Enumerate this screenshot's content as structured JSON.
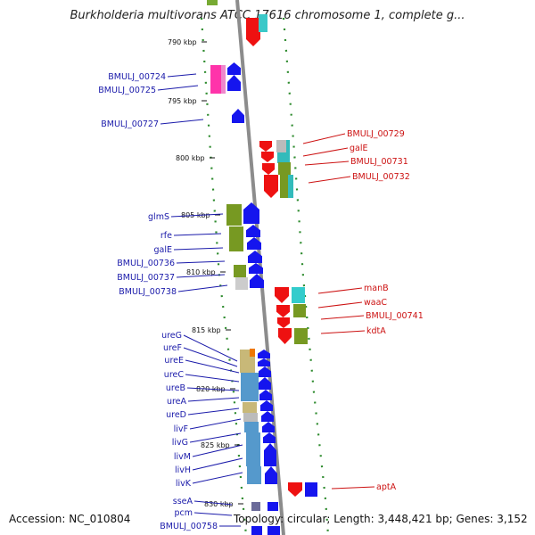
{
  "header": {
    "title": "Burkholderia multivorans ATCC 17616 chromosome 1, complete g..."
  },
  "footer": {
    "accession": "Accession: NC_010804",
    "summary": "Topology: circular; Length: 3,448,421 bp; Genes: 3,152"
  },
  "colors": {
    "left_label": "#1a1aaa",
    "right_label": "#cc1111",
    "forward": "#1515ee",
    "reverse": "#ee1111",
    "ruler": "#2e8b2e",
    "axis": "#8c8c8c"
  },
  "scale": {
    "ticks": [
      {
        "label": "790 kbp",
        "pos": 790
      },
      {
        "label": "795 kbp",
        "pos": 795
      },
      {
        "label": "800 kbp",
        "pos": 800
      },
      {
        "label": "805 kbp",
        "pos": 805
      },
      {
        "label": "810 kbp",
        "pos": 810
      },
      {
        "label": "815 kbp",
        "pos": 815
      },
      {
        "label": "820 kbp",
        "pos": 820
      },
      {
        "label": "825 kbp",
        "pos": 825
      },
      {
        "label": "830 kbp",
        "pos": 830
      }
    ]
  },
  "genes": {
    "left": [
      {
        "name": "BMULJ_00724"
      },
      {
        "name": "BMULJ_00725"
      },
      {
        "name": "BMULJ_00727"
      },
      {
        "name": "glmS"
      },
      {
        "name": "rfe"
      },
      {
        "name": "galE"
      },
      {
        "name": "BMULJ_00736"
      },
      {
        "name": "BMULJ_00737"
      },
      {
        "name": "BMULJ_00738"
      },
      {
        "name": "ureG"
      },
      {
        "name": "ureF"
      },
      {
        "name": "ureE"
      },
      {
        "name": "ureC"
      },
      {
        "name": "ureB"
      },
      {
        "name": "ureA"
      },
      {
        "name": "ureD"
      },
      {
        "name": "livF"
      },
      {
        "name": "livG"
      },
      {
        "name": "livM"
      },
      {
        "name": "livH"
      },
      {
        "name": "livK"
      },
      {
        "name": "sseA"
      },
      {
        "name": "pcm"
      },
      {
        "name": "BMULJ_00758"
      }
    ],
    "right": [
      {
        "name": "BMULJ_00729"
      },
      {
        "name": "galE"
      },
      {
        "name": "BMULJ_00731"
      },
      {
        "name": "BMULJ_00732"
      },
      {
        "name": "manB"
      },
      {
        "name": "waaC"
      },
      {
        "name": "BMULJ_00741"
      },
      {
        "name": "kdtA"
      },
      {
        "name": "aptA"
      }
    ]
  }
}
